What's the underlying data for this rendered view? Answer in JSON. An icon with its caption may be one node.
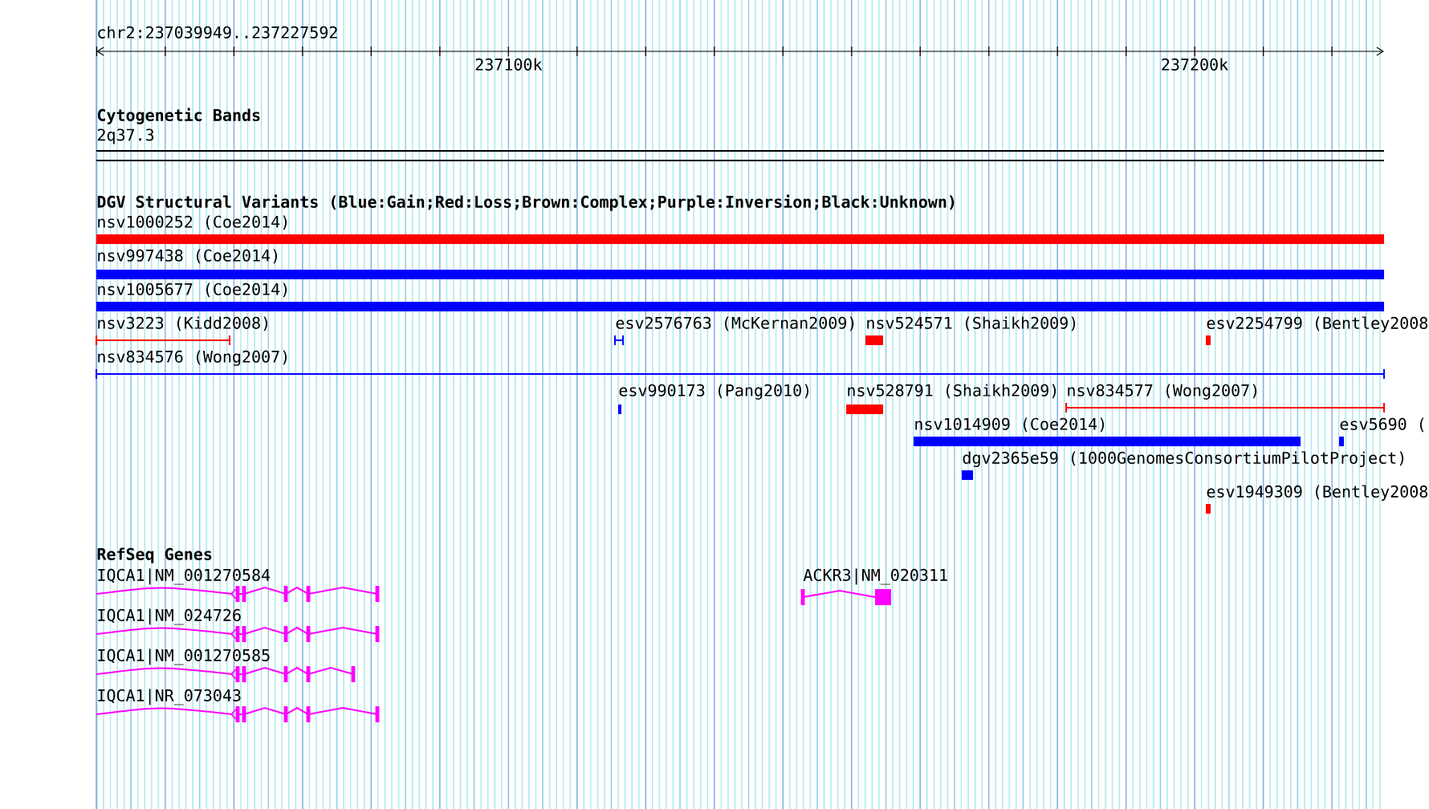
{
  "diagram": {
    "title": "chr2:237039949..237227592",
    "labels": [
      "237100k",
      "237200k",
      "Cytogenetic Bands",
      "2q37.3",
      "DGV Structural Variants (Blue:Gain;Red:Loss;Brown:Complex;Purple:Inversion;Black:Unknown)",
      "nsv1000252 (Coe2014)",
      "nsv997438 (Coe2014)",
      "nsv1005677 (Coe2014)",
      "nsv3223 (Kidd2008)",
      "esv2576763 (McKernan2009)",
      "nsv524571 (Shaikh2009)",
      "esv2254799 (Bentley2008",
      "nsv834576 (Wong2007)",
      "esv990173 (Pang2010)",
      "nsv528791 (Shaikh2009)",
      "nsv834577 (Wong2007)",
      "nsv1014909 (Coe2014)",
      "esv5690 (",
      "dgv2365e59 (1000GenomesConsortiumPilotProject)",
      "esv1949309 (Bentley2008",
      "RefSeq Genes",
      "IQCA1|NM_001270584",
      "ACKR3|NM_020311",
      "IQCA1|NM_024726",
      "IQCA1|NM_001270585",
      "IQCA1|NR_073043"
    ]
  }
}
